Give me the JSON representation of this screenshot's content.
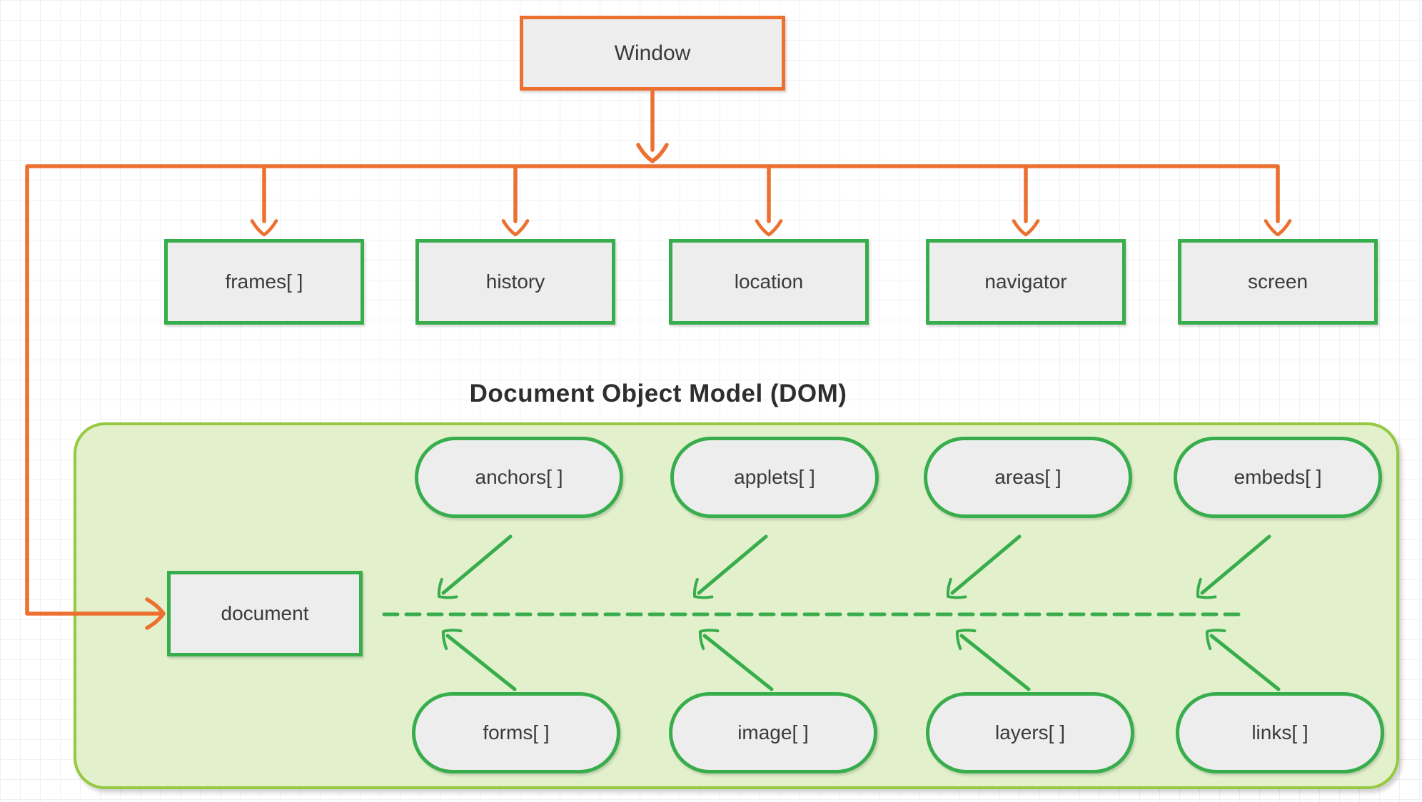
{
  "diagram": {
    "title": "Document Object Model (DOM)",
    "root": {
      "label": "Window"
    },
    "window_children": [
      "frames[ ]",
      "history",
      "location",
      "navigator",
      "screen"
    ],
    "dom": {
      "document_node": {
        "label": "document"
      },
      "top_collections": [
        "anchors[ ]",
        "applets[ ]",
        "areas[ ]",
        "embeds[ ]"
      ],
      "bottom_collections": [
        "forms[ ]",
        "image[ ]",
        "layers[ ]",
        "links[ ]"
      ]
    },
    "colors": {
      "orange_connector": "#ec7030",
      "green_connector": "#38ad4c",
      "dom_container_border": "#95c93f",
      "dom_container_fill": "#e2f1cc",
      "node_fill": "#ededed",
      "text": "#3a3a3a"
    }
  }
}
